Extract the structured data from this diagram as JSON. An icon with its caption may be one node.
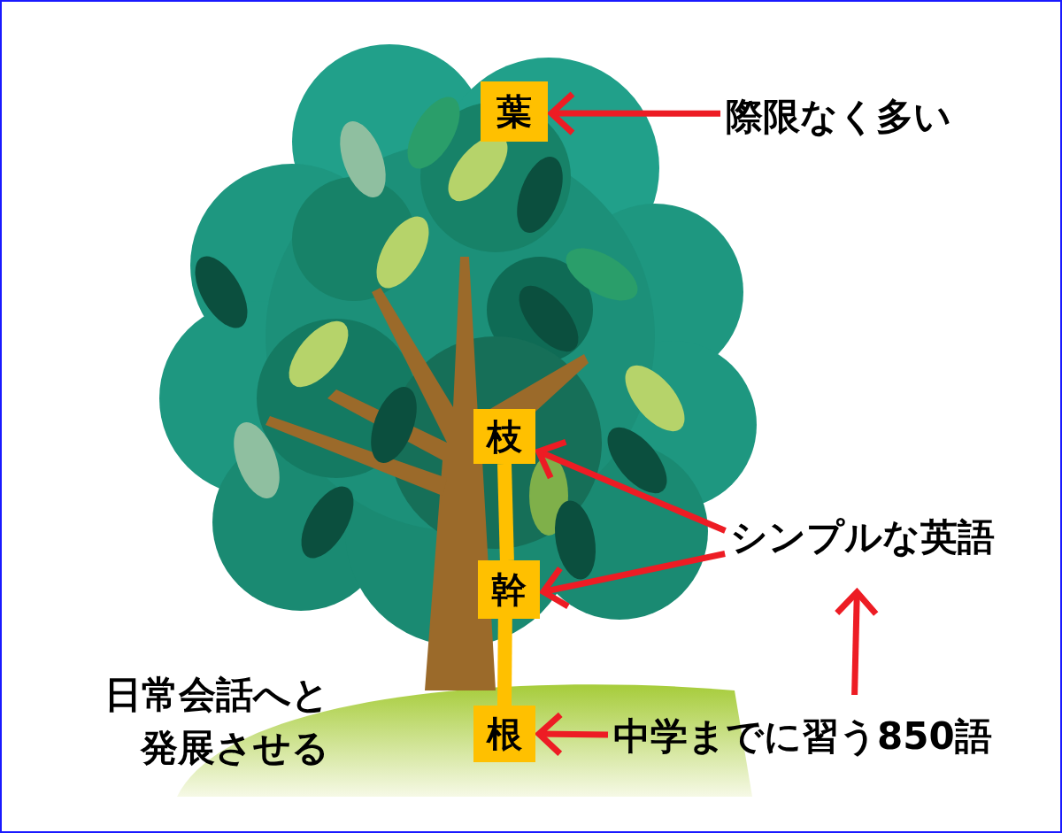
{
  "diagram": {
    "nodes": [
      {
        "text": [
          "葉"
        ]
      },
      {
        "text": [
          "際限なく多い"
        ]
      },
      {
        "text": [
          "枝"
        ]
      },
      {
        "text": [
          "幹"
        ]
      },
      {
        "text": [
          "根"
        ]
      },
      {
        "text": [
          "シンプルな英語"
        ]
      },
      {
        "text": [
          "中学までに習う850語"
        ]
      }
    ],
    "edges": [
      {
        "from": 1,
        "to": 0,
        "arrow": "to"
      },
      {
        "from": 5,
        "to": 2,
        "arrow": "to"
      },
      {
        "from": 5,
        "to": 3,
        "arrow": "to"
      },
      {
        "from": 6,
        "to": 4,
        "arrow": "to"
      },
      {
        "from": 6,
        "to": 5,
        "arrow": "to"
      },
      {
        "from": 2,
        "to": 3,
        "arrow": "none",
        "style": "thick",
        "color": "#ffc000"
      },
      {
        "from": 3,
        "to": 4,
        "arrow": "none",
        "style": "thick",
        "color": "#ffc000"
      }
    ],
    "labels": [
      "日常会話へと発展させる"
    ]
  }
}
